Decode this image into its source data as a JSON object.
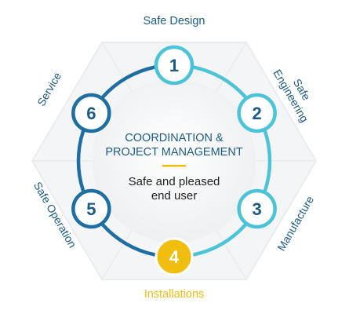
{
  "colors": {
    "primary": "#1c5b86",
    "accent": "#f1bd0e",
    "ring_light": "#4cc3d6",
    "ring_dark": "#1f6ea3",
    "hex_fill": "#f4f5f6"
  },
  "center": {
    "title_line1": "COORDINATION &",
    "title_line2": "PROJECT MANAGEMENT",
    "subtitle_line1": "Safe and pleased",
    "subtitle_line2": "end user"
  },
  "steps": [
    {
      "number": "1",
      "label_line1": "Safe Design",
      "label_line2": ""
    },
    {
      "number": "2",
      "label_line1": "Safe",
      "label_line2": "Engineering"
    },
    {
      "number": "3",
      "label_line1": "Manufacture",
      "label_line2": ""
    },
    {
      "number": "4",
      "label_line1": "Installations",
      "label_line2": ""
    },
    {
      "number": "5",
      "label_line1": "Safe Operation",
      "label_line2": ""
    },
    {
      "number": "6",
      "label_line1": "Service",
      "label_line2": ""
    }
  ],
  "active_step": "4"
}
